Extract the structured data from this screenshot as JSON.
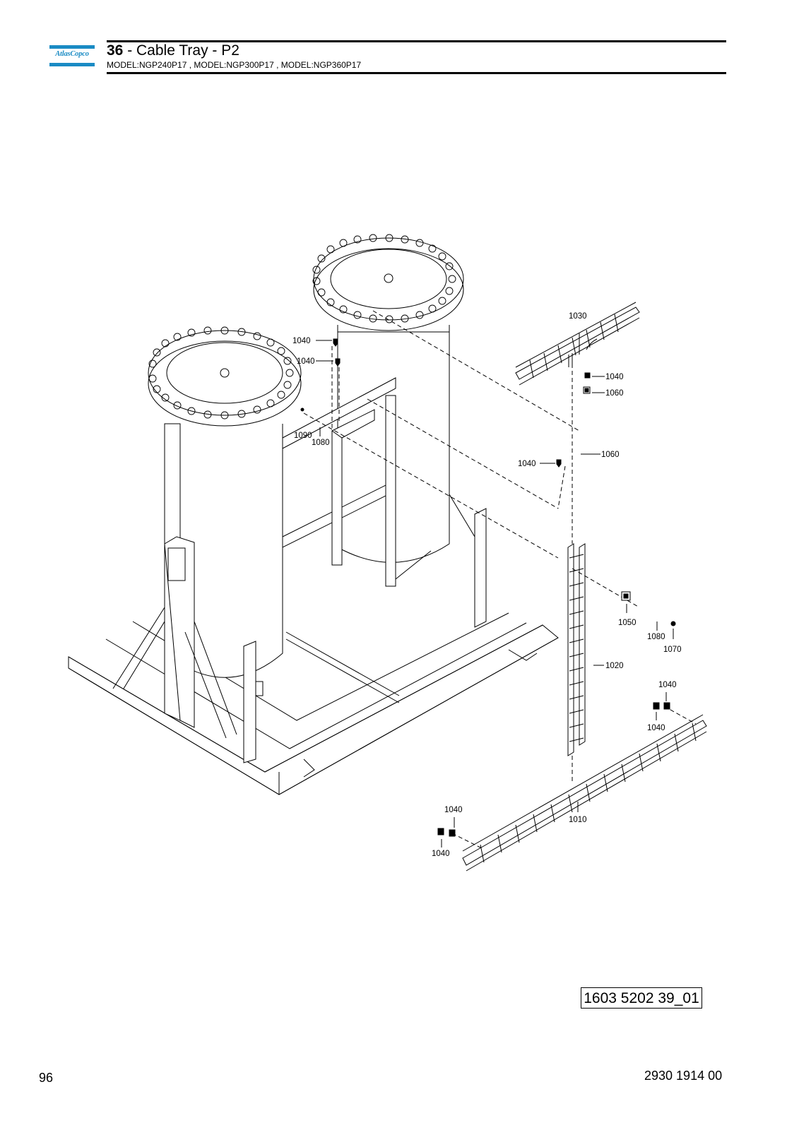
{
  "header": {
    "logo_text": "AtlasCopco",
    "section_number": "36",
    "title_text": " - Cable Tray - P2",
    "models": "MODEL:NGP240P17 , MODEL:NGP300P17 , MODEL:NGP360P17"
  },
  "callouts": [
    {
      "id": "1030",
      "label": "1030"
    },
    {
      "id": "1040a",
      "label": "1040"
    },
    {
      "id": "1040b",
      "label": "1040"
    },
    {
      "id": "1040c",
      "label": "1040"
    },
    {
      "id": "1060a",
      "label": "1060"
    },
    {
      "id": "1090",
      "label": "1090"
    },
    {
      "id": "1080a",
      "label": "1080"
    },
    {
      "id": "1040d",
      "label": "1040"
    },
    {
      "id": "1060b",
      "label": "1060"
    },
    {
      "id": "1050",
      "label": "1050"
    },
    {
      "id": "1080b",
      "label": "1080"
    },
    {
      "id": "1070",
      "label": "1070"
    },
    {
      "id": "1020",
      "label": "1020"
    },
    {
      "id": "1040e",
      "label": "1040"
    },
    {
      "id": "1040f",
      "label": "1040"
    },
    {
      "id": "1040g",
      "label": "1040"
    },
    {
      "id": "1010",
      "label": "1010"
    },
    {
      "id": "1040h",
      "label": "1040"
    }
  ],
  "reference_box": "1603 5202 39_01",
  "footer": {
    "page_number": "96",
    "document_number": "2930 1914 00"
  },
  "colors": {
    "brand_blue": "#1a8bc4",
    "line": "#000000"
  }
}
